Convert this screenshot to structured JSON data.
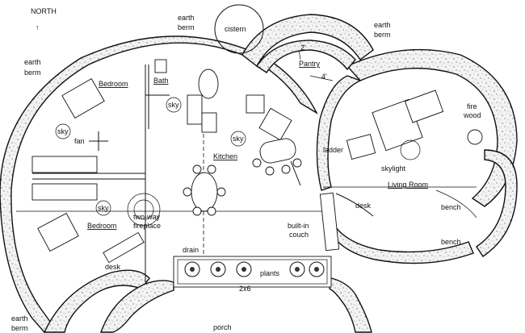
{
  "compass": {
    "label": "NORTH",
    "arrow": "↑"
  },
  "labels": {
    "earth_berm_top_left": [
      "earth",
      "berm"
    ],
    "earth_berm_top": [
      "earth",
      "berm"
    ],
    "earth_berm_top_right": [
      "earth",
      "berm"
    ],
    "earth_berm_bottom_left": [
      "earth",
      "berm"
    ],
    "cistern": "cistern",
    "pantry": "Pantry",
    "pantry_dim_2": "2'",
    "pantry_dim_4": "4'",
    "bath": "Bath",
    "bedroom_top": "Bedroom",
    "bedroom_bottom": "Bedroom",
    "kitchen": "Kitchen",
    "living_room": "Living Room",
    "firewood": [
      "fire",
      "wood"
    ],
    "ladder": "ladder",
    "skylight": "skylight",
    "sky": "sky",
    "fan": "fan",
    "two_way_fireplace": [
      "two-way",
      "fireplace"
    ],
    "drain": "drain",
    "built_in_couch": [
      "built-in",
      "couch"
    ],
    "desk_living": "desk",
    "bench_upper": "bench",
    "bench_lower": "bench",
    "desk_bedroom": "desk",
    "plants": "plants",
    "planter_dim": "2x6",
    "porch": "porch"
  }
}
